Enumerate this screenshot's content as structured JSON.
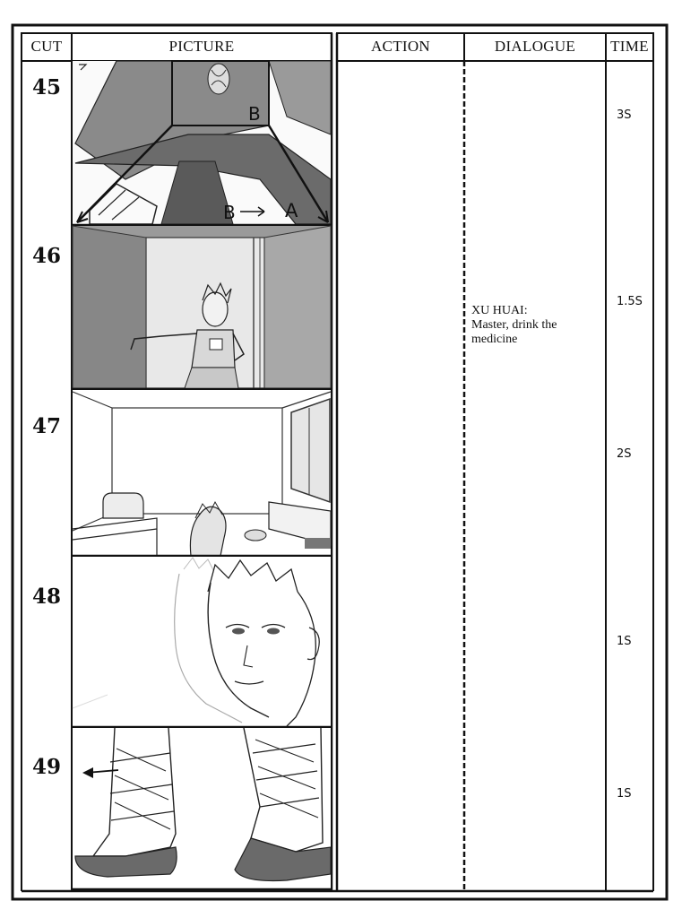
{
  "headers": {
    "cut": "CUT",
    "picture": "PICTURE",
    "action": "ACTION",
    "dialogue": "DIALOGUE",
    "time": "TIME"
  },
  "cuts": [
    {
      "number": "45",
      "time": "3S"
    },
    {
      "number": "46",
      "time": "1.5S"
    },
    {
      "number": "47",
      "time": "2S"
    },
    {
      "number": "48",
      "time": "1S"
    },
    {
      "number": "49",
      "time": "1S"
    }
  ],
  "dialogue": {
    "speaker": "XU HUAI:",
    "line1": "Master, drink the",
    "line2": "medicine"
  },
  "panel_45_marks": {
    "frame_label": "B",
    "transition": "B",
    "transition_target": "A"
  }
}
